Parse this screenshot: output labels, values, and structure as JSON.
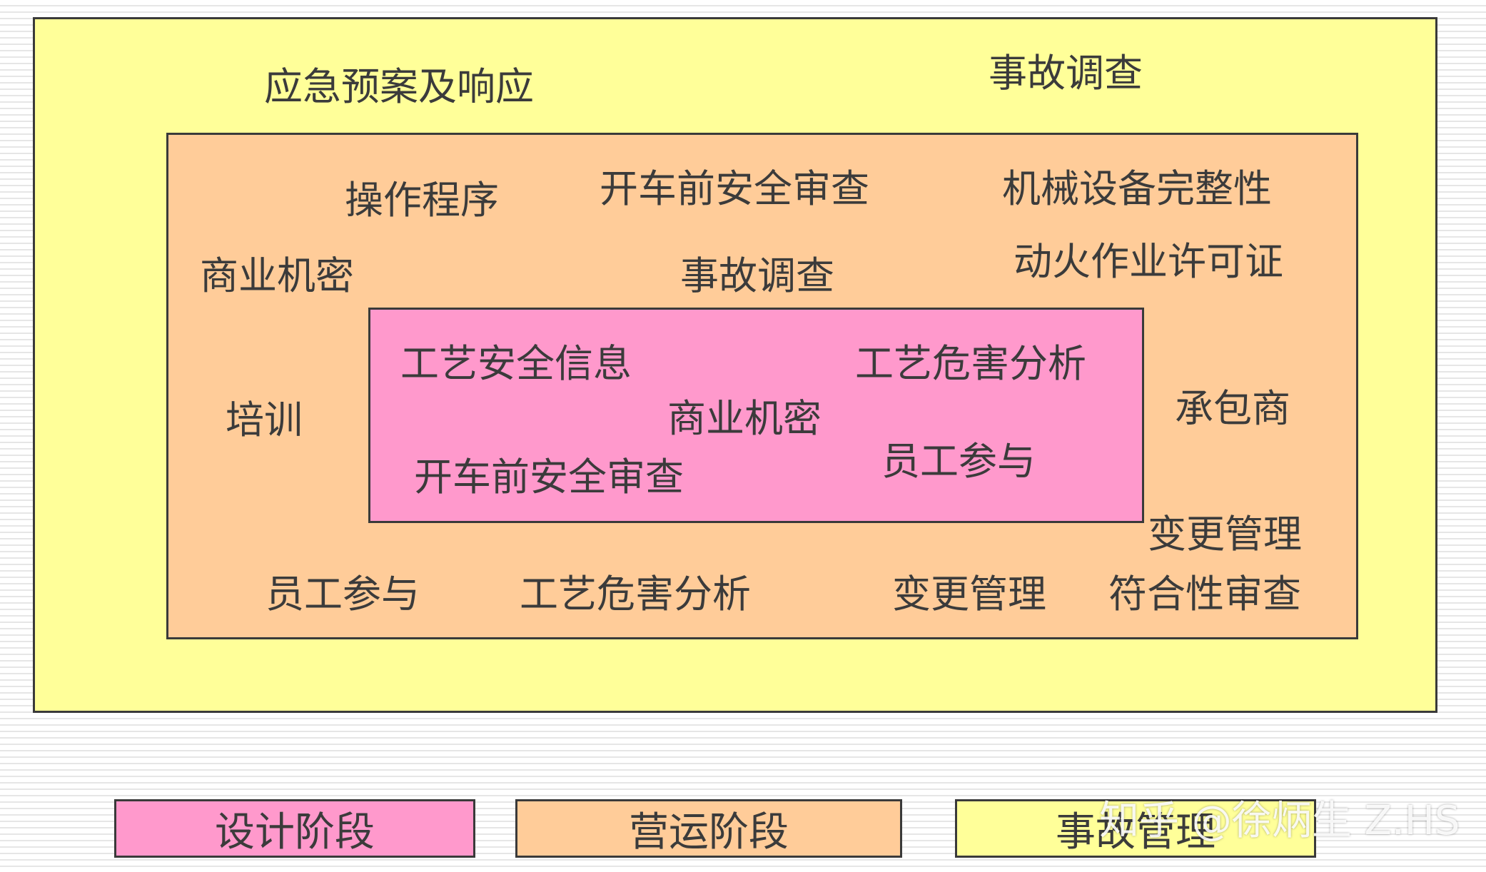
{
  "outer": {
    "fill": "#ffff99",
    "labels": [
      "应急预案及响应",
      "事故调查"
    ]
  },
  "middle": {
    "fill": "#ffcc99",
    "labels": [
      "操作程序",
      "开车前安全审查",
      "机械设备完整性",
      "商业机密",
      "事故调查",
      "动火作业许可证",
      "培训",
      "承包商",
      "变更管理",
      "员工参与",
      "工艺危害分析",
      "变更管理",
      "符合性审查"
    ]
  },
  "inner": {
    "fill": "#ff99cc",
    "labels": [
      "工艺安全信息",
      "工艺危害分析",
      "商业机密",
      "员工参与",
      "开车前安全审查"
    ]
  },
  "legend": [
    {
      "label": "设计阶段",
      "color": "#ff99cc"
    },
    {
      "label": "营运阶段",
      "color": "#ffcc99"
    },
    {
      "label": "事故管理",
      "color": "#ffff99"
    }
  ],
  "watermark": "知乎 @徐炳生 Z.HS"
}
